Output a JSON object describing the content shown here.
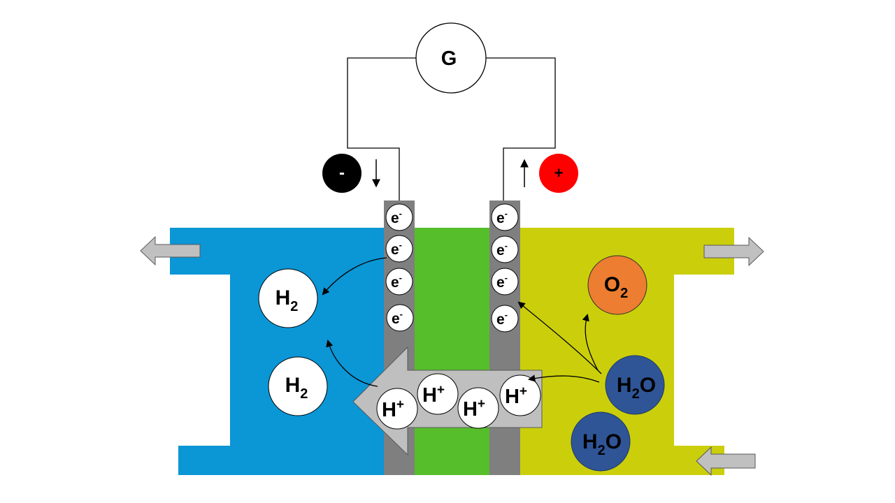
{
  "colors": {
    "cathode_chamber": "#0b96d6",
    "membrane": "#56be2b",
    "electrode": "#7f7f7f",
    "anode_chamber": "#cbcf0b",
    "negative_terminal": "#000000",
    "positive_terminal": "#ff0000",
    "oxygen": "#ed7d31",
    "water": "#2f5597",
    "flow_arrow": "#c0c0c0",
    "proton_arrow": "#bfbfbf"
  },
  "meter": {
    "label": "G"
  },
  "terminals": {
    "negative": {
      "label": "-"
    },
    "positive": {
      "label": "+"
    }
  },
  "electron": {
    "base": "e",
    "charge": "-"
  },
  "proton": {
    "base": "H",
    "charge": "+"
  },
  "hydrogen": {
    "base": "H",
    "sub": "2"
  },
  "oxygen": {
    "base": "O",
    "sub": "2"
  },
  "water": {
    "pre": "H",
    "sub": "2",
    "post": "O"
  }
}
